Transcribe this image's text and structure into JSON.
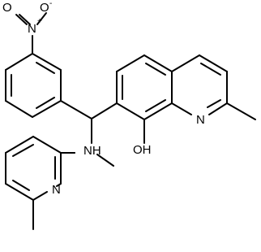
{
  "structure": {
    "atoms": {
      "nitro_O_top": "O",
      "nitro_O_charge": "-",
      "nitro_N": "N",
      "nitro_N_charge": "+",
      "nitro_O_left": "O",
      "quinoline_N": "N",
      "amine_NH": "NH",
      "hydroxyl_OH": "OH",
      "pyridine_N": "N"
    }
  }
}
